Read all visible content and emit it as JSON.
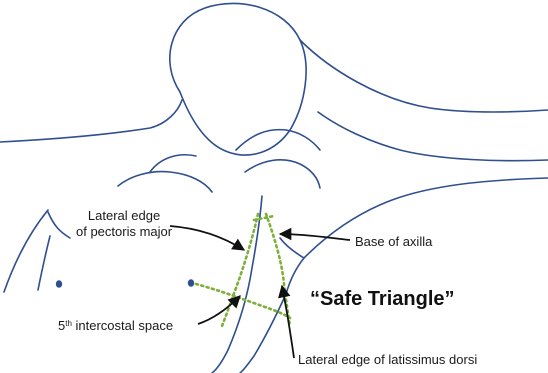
{
  "diagram": {
    "title": "“Safe Triangle”",
    "labels": {
      "pectoris_major_line1": "Lateral edge",
      "pectoris_major_line2": "of pectoris major",
      "base_of_axilla": "Base of axilla",
      "intercostal_number": "5",
      "intercostal_suffix": "th",
      "intercostal_rest": " intercostal space",
      "latissimus_dorsi": "Lateral edge of latissimus dorsi"
    }
  },
  "colors": {
    "outline": "#2f4f8f",
    "nipple": "#2f4f8f",
    "dotted_triangle": "#7fae3c",
    "arrow": "#111111",
    "text": "#1a1a1a"
  }
}
